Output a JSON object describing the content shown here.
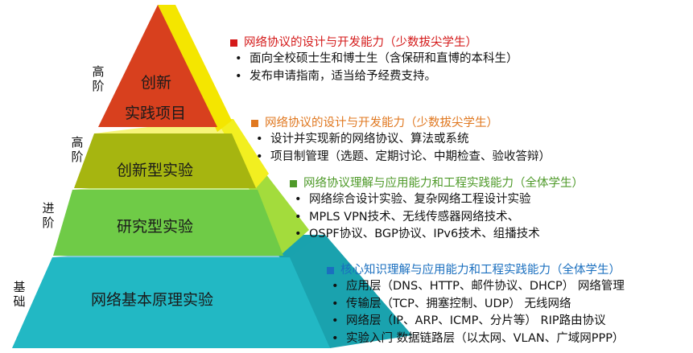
{
  "colors": {
    "tier1_front": "#d8401e",
    "tier1_side": "#f4e600",
    "tier2_front": "#a6b510",
    "tier2_side": "#f2ef20",
    "tier3_front": "#6fcb47",
    "tier3_side": "#a3dc3c",
    "tier4_front": "#22b8c4",
    "tier4_side": "#1aa2ae",
    "head1": "#d41a1a",
    "head2": "#e07820",
    "head3": "#4f9a2a",
    "head4": "#1a6fbf"
  },
  "levels": {
    "l1": "高阶",
    "l2": "高阶",
    "l3": "进阶",
    "l4": "基础"
  },
  "tiers": {
    "t1_line1": "创新",
    "t1_line2": "实践项目",
    "t2": "创新型实验",
    "t3": "研究型实验",
    "t4": "网络基本原理实验"
  },
  "blocks": {
    "b1": {
      "heading": "网络协议的设计与开发能力（少数拔尖学生）",
      "items": [
        "面向全校硕士生和博士生（含保研和直博的本科生）",
        "发布申请指南，适当给予经费支持。"
      ]
    },
    "b2": {
      "heading": "网络协议的设计与开发能力（少数拔尖学生）",
      "items": [
        "设计并实现新的网络协议、算法或系统",
        "项目制管理（选题、定期讨论、中期检查、验收答辩）"
      ]
    },
    "b3": {
      "heading": "网络协议理解与应用能力和工程实践能力（全体学生）",
      "items": [
        "网络综合设计实验、复杂网络工程设计实验",
        "MPLS VPN技术、无线传感器网络技术、",
        "OSPF协议、BGP协议、IPv6技术、组播技术"
      ]
    },
    "b4": {
      "heading": "核心知识理解与应用能力和工程实践能力（全体学生）",
      "items": [
        "应用层（DNS、HTTP、邮件协议、DHCP） 网络管理",
        "传输层（TCP、拥塞控制、UDP） 无线网络",
        "网络层（IP、ARP、ICMP、分片等） RIP路由协议",
        "实验入门 数据链路层（以太网、VLAN、广域网PPP）"
      ]
    }
  }
}
